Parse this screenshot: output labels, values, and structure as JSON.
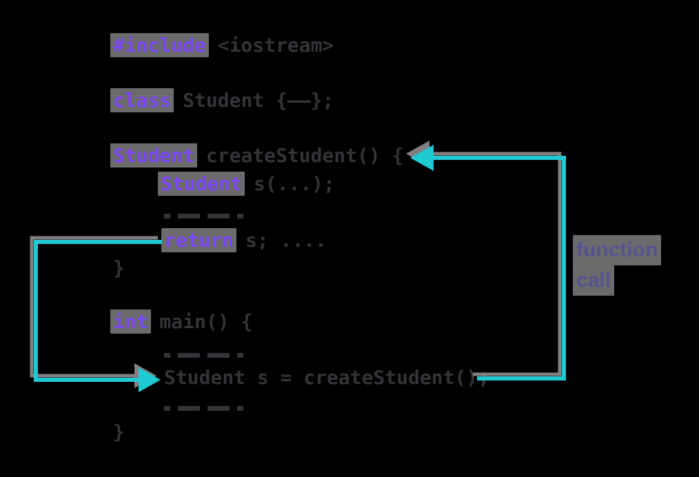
{
  "diagram": "cpp-function-call-flow",
  "colors": {
    "background": "#000000",
    "keyword_purple": "#7a45f2",
    "keyword_highlight": "rgba(255,255,255,0.42)",
    "plain_code": "#333438",
    "arrow_cyan": "#1ec9d2",
    "arrow_shadow_gray": "#9a9499",
    "annotation_purple": "#565390"
  },
  "code": {
    "include_line": {
      "keyword": "#include",
      "rest": " <iostream>"
    },
    "class_line": {
      "keyword": "class",
      "rest": " Student {——};"
    },
    "func_sig_line": {
      "keyword": "Student",
      "rest": " createStudent() {"
    },
    "local_decl_line": {
      "keyword": "Student",
      "rest": " s(...);"
    },
    "return_line": {
      "keyword": "return",
      "rest": " s; ...."
    },
    "create_close_brace": "}",
    "main_sig_line": {
      "keyword": "int",
      "rest": " main() {"
    },
    "call_statement": "Student s = createStudent();",
    "main_close_brace": "}",
    "omitted_code_lines": {
      "style": "dashes",
      "count": 3
    }
  },
  "annotation": {
    "word1": "function",
    "word2": "call"
  },
  "arrows": {
    "function_call_arrow": "from call site in main() up to createStudent() definition",
    "return_arrow": "from return statement down to call site in main()"
  }
}
